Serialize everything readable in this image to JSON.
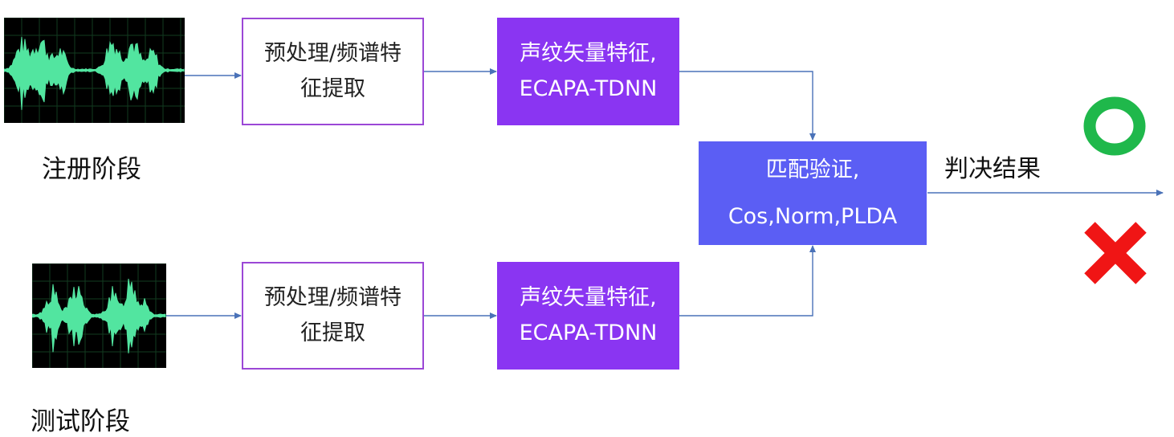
{
  "colors": {
    "arrow": "#4a72b8",
    "pre_border": "#9b47d6",
    "feature_fill": "#8a35f2",
    "match_fill": "#5b5ef4",
    "wave": "#52e5a0",
    "accept": "#1fb84b",
    "reject": "#f01515"
  },
  "enroll": {
    "stage_label": "注册阶段",
    "preprocess": {
      "line1": "预处理/频谱特",
      "line2": "征提取"
    },
    "feature": {
      "line1": "声纹矢量特征,",
      "line2": "ECAPA-TDNN"
    }
  },
  "test": {
    "stage_label": "测试阶段",
    "preprocess": {
      "line1": "预处理/频谱特",
      "line2": "征提取"
    },
    "feature": {
      "line1": "声纹矢量特征,",
      "line2": "ECAPA-TDNN"
    }
  },
  "match": {
    "line1": "匹配验证,",
    "line2": "Cos,Norm,PLDA"
  },
  "decision": {
    "label": "判决结果"
  },
  "icons": {
    "accept": "circle-accept-icon",
    "reject": "cross-reject-icon",
    "waveform": "waveform-icon"
  }
}
